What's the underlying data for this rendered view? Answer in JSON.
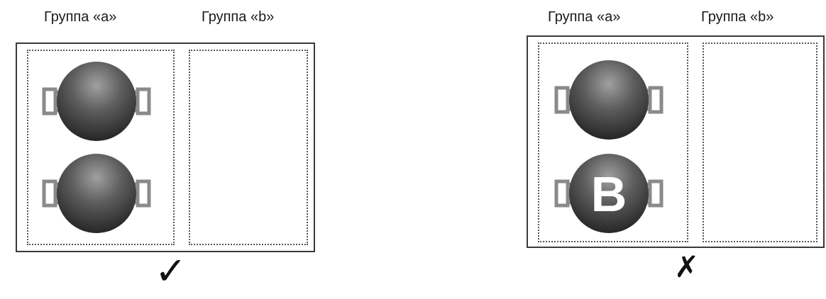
{
  "left_hob": {
    "group_a_label": "Группа «а»",
    "group_b_label": "Группа «b»",
    "result_mark": "✓"
  },
  "right_hob": {
    "group_a_label": "Группа «а»",
    "group_b_label": "Группа «b»",
    "burner_letter": "B",
    "result_mark": "✗"
  },
  "colors": {
    "burner_light": "#9a9a9a",
    "burner_dark": "#2e2e2e",
    "handle": "#8a8a8a",
    "zone_border": "#555555"
  }
}
